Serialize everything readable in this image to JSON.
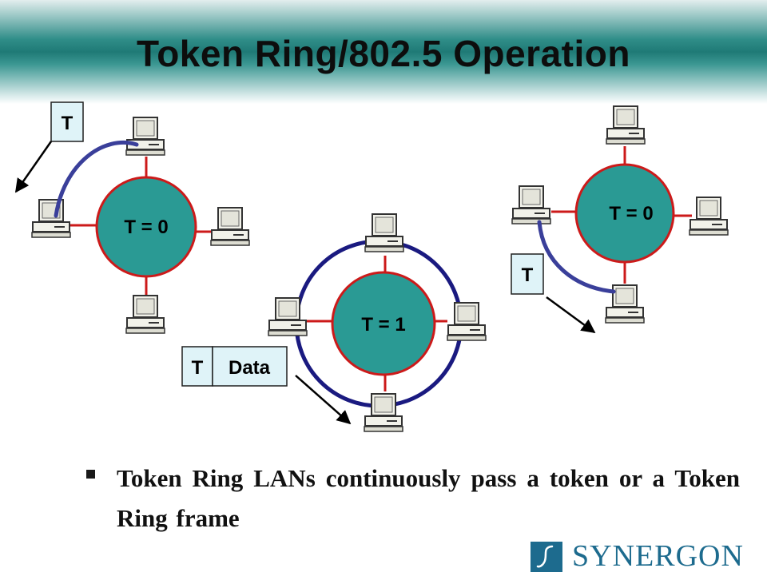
{
  "title": "Token Ring/802.5 Operation",
  "rings": [
    {
      "label": "T = 0"
    },
    {
      "label": "T = 1"
    },
    {
      "label": "T = 0"
    }
  ],
  "token_boxes": [
    {
      "label": "T"
    },
    {
      "label": "T"
    }
  ],
  "frame_box": {
    "token": "T",
    "data": "Data"
  },
  "bullet": "Token Ring LANs continuously pass a token or a Token Ring frame",
  "logo": {
    "text": "SYNERGON"
  },
  "colors": {
    "ring_fill": "#2a9a94",
    "link": "#cc1a1a",
    "token_path": "#3a3f9a",
    "frame_ring": "#1a1a80",
    "box_fill": "#dff3f8",
    "logo": "#1d6b8e"
  }
}
